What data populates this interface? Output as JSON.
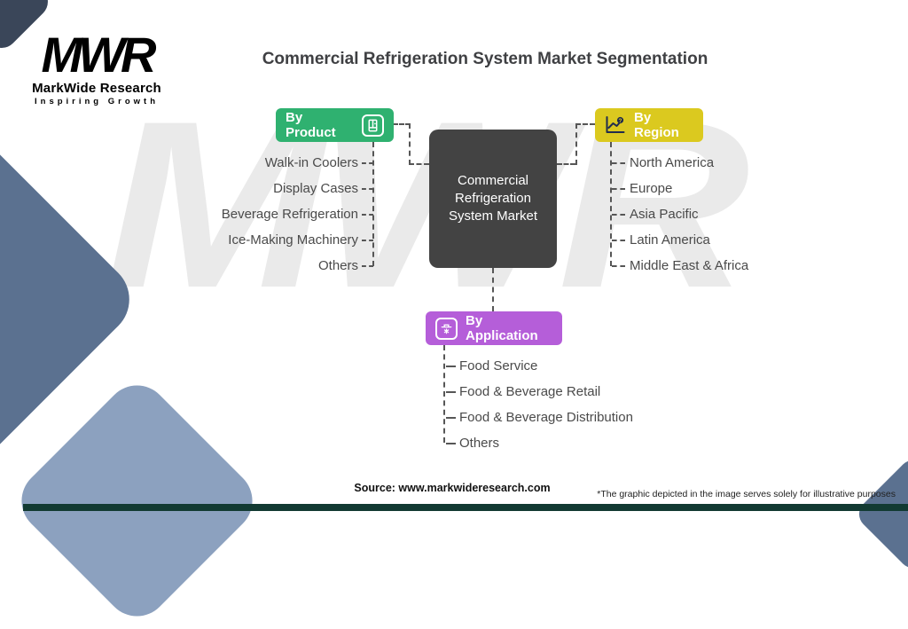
{
  "page": {
    "title": "Commercial Refrigeration System Market Segmentation",
    "watermark": "MWR",
    "source": "Source: www.markwideresearch.com",
    "disclaimer": "*The graphic depicted in the image serves solely for illustrative purposes"
  },
  "logo": {
    "monogram": "MWR",
    "name": "MarkWide Research",
    "tagline": "Inspiring Growth"
  },
  "center_node": {
    "label": "Commercial Refrigeration System Market",
    "color": "#434343"
  },
  "branches": {
    "product": {
      "label": "By Product",
      "color": "#2fb170",
      "icon": "display-cooler-icon",
      "items": [
        "Walk-in Coolers",
        "Display Cases",
        "Beverage Refrigeration",
        "Ice-Making Machinery",
        "Others"
      ]
    },
    "region": {
      "label": "By Region",
      "color": "#dbc91f",
      "icon": "chart-search-icon",
      "items": [
        "North America",
        "Europe",
        "Asia Pacific",
        "Latin America",
        "Middle East & Africa"
      ]
    },
    "application": {
      "label": "By Application",
      "color": "#b55ed9",
      "icon": "kitchen-appliance-icon",
      "items": [
        "Food Service",
        "Food & Beverage Retail",
        "Food & Beverage Distribution",
        "Others"
      ]
    }
  }
}
